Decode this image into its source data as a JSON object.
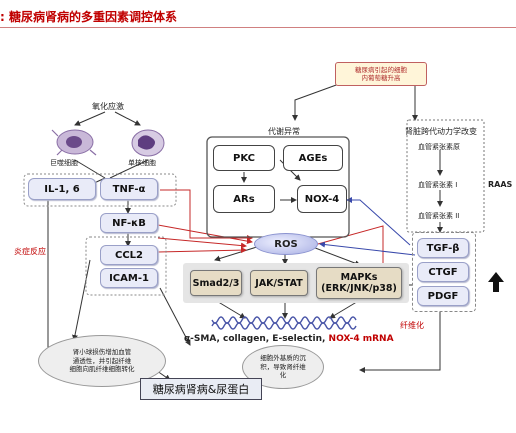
{
  "header": {
    "title": ": 糖尿病肾病的多重因素调控体系"
  },
  "top_box": "糖尿病引起的细胞\n内葡萄糖升高",
  "labels": {
    "oxidative_stress": "氧化应激",
    "macrophage": "巨噬细胞",
    "monocyte": "单核细胞",
    "metabolic": "代谢异常",
    "hemodynamic": "肾脏跨代动力学改变",
    "raas": "RAAS",
    "inflammation": "炎症反应",
    "fibrosis": "纤维化"
  },
  "raas_chain": [
    "血管紧张素原",
    "血管紧张素 I",
    "血管紧张素 II"
  ],
  "metabolic_boxes": [
    "PKC",
    "AGEs",
    "ARs",
    "NOX-4"
  ],
  "cytokines": {
    "il": "IL-1, 6",
    "tnf": "TNF-α",
    "nfkb": "NF-κB",
    "ccl2": "CCL2",
    "icam": "ICAM-1"
  },
  "ros": "ROS",
  "signaling": {
    "smad": "Smad2/3",
    "jak": "JAK/STAT",
    "mapk": "MAPKs\n(ERK/JNK/p38)"
  },
  "growth_factors": [
    "TGF-β",
    "CTGF",
    "PDGF"
  ],
  "mrna": {
    "main": "α-SMA, collagen, E-selectin, ",
    "highlight": "NOX-4 mRNA"
  },
  "bubble_left": "肾小球损伤增加血管\n通透性，并引起纤维\n细胞向肌纤维细胞转化",
  "bubble_right": "细胞外基质的沉\n积，导致肾纤维\n化",
  "bottom": "糖尿病肾病&尿蛋白",
  "colors": {
    "title": "#c00000",
    "inflammation": "#c00000",
    "fibrosis": "#c00000",
    "highlight_mrna": "#c00000"
  }
}
